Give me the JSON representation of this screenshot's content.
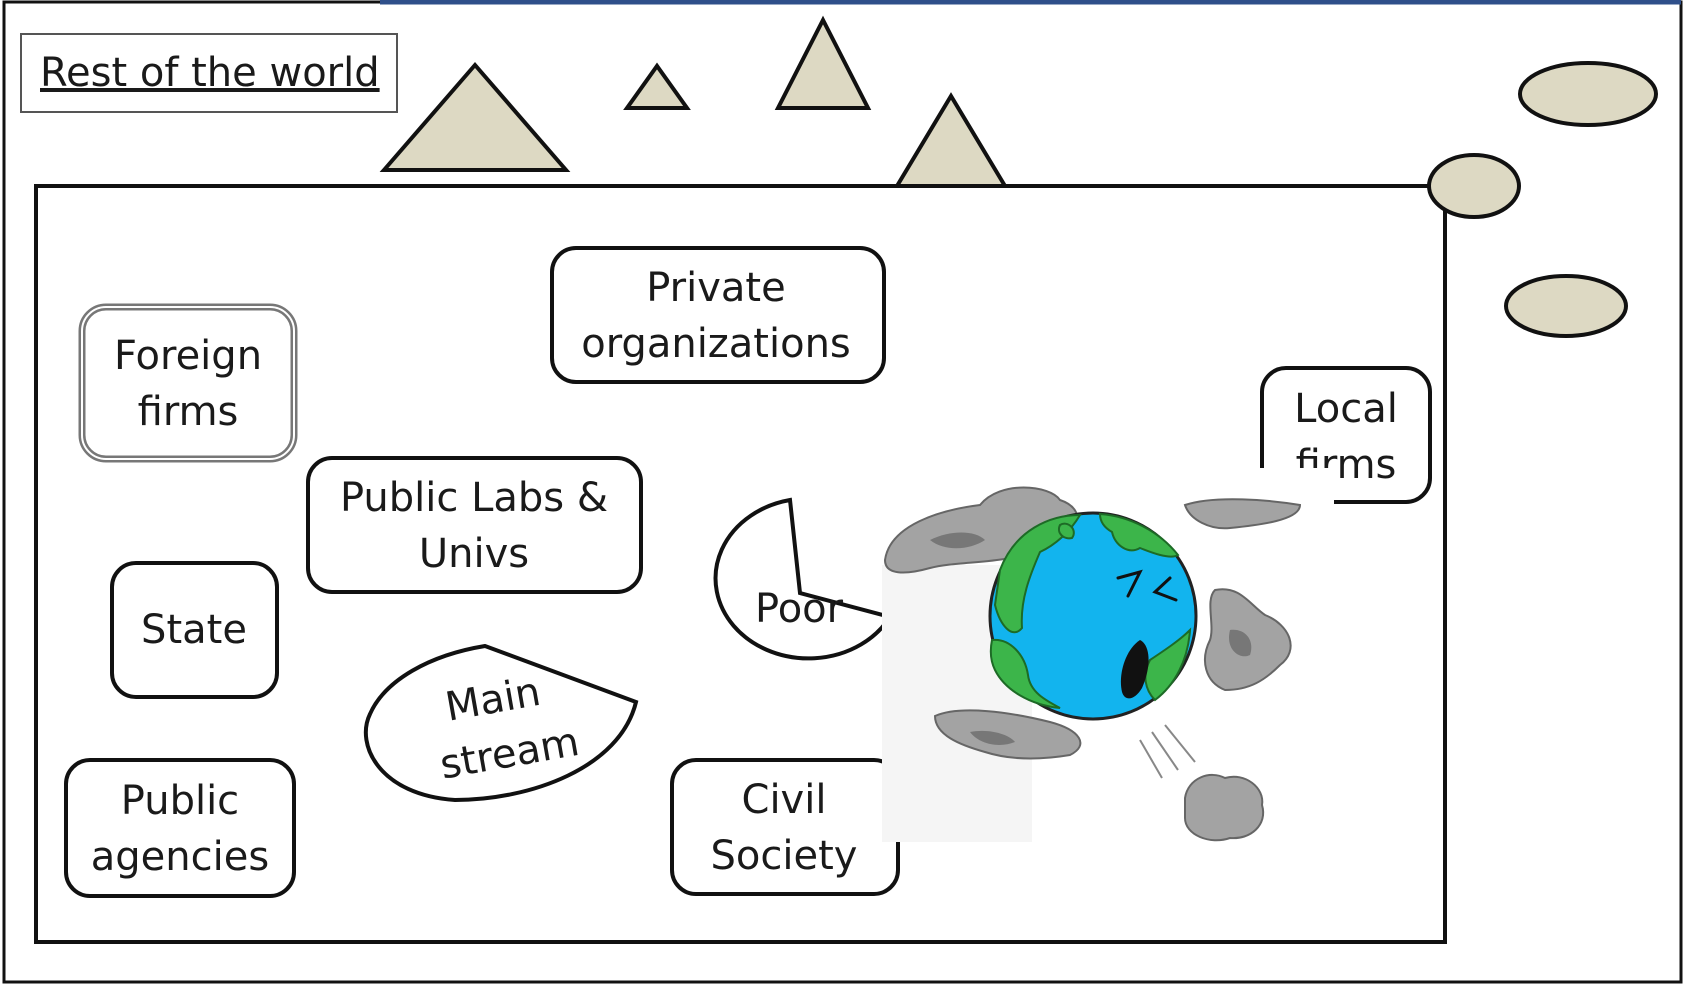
{
  "region_label": "Rest of the world",
  "colors": {
    "frame_top_accent": "#2f4f8a",
    "mountain_fill": "#ddd9c3",
    "stone_fill": "#ddd9c3",
    "stroke": "#111111",
    "earth_ocean": "#12b4ee",
    "earth_land": "#3cb54a",
    "smoke": "#a3a3a3"
  },
  "actors": {
    "foreign_firms": [
      "Foreign",
      "firms"
    ],
    "private_orgs": [
      "Private",
      "organizations"
    ],
    "local_firms": [
      "Local",
      "firms"
    ],
    "public_labs": [
      "Public Labs &",
      "Univs"
    ],
    "state": "State",
    "public_agencies": [
      "Public",
      "agencies"
    ],
    "civil_society": [
      "Civil",
      "Society"
    ],
    "poor": "Poor",
    "main_stream": [
      "Main",
      "stream"
    ]
  },
  "clipart": "crying-earth-smoke-icon"
}
